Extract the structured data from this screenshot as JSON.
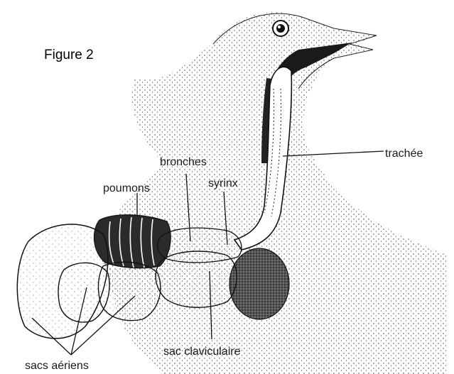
{
  "figure_title": "Figure 2",
  "labels": {
    "trachea": "trachée",
    "bronchi": "bronches",
    "syrinx": "syrinx",
    "lungs": "poumons",
    "clavicular_sac": "sac claviculaire",
    "air_sacs": "sacs aériens"
  },
  "colors": {
    "ink": "#111111",
    "background": "#ffffff",
    "dark_fill": "#2b2b2b"
  }
}
